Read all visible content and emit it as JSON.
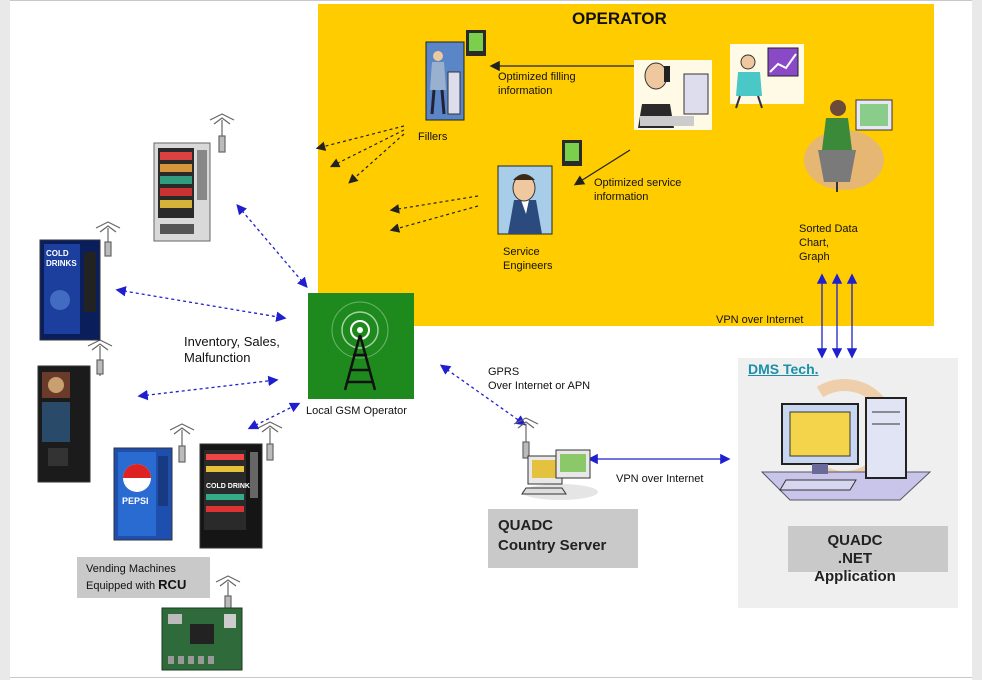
{
  "operator": {
    "title": "OPERATOR"
  },
  "labels": {
    "filling_info": "Optimized filling\ninformation",
    "fillers": "Fillers",
    "service_info": "Optimized service\ninformation",
    "service_engineers": "Service\nEngineers",
    "sorted_data": "Sorted Data\nChart,\nGraph",
    "vpn_top": "VPN over Internet",
    "inventory": "Inventory, Sales,\nMalfunction",
    "local_gsm": "Local GSM  Operator",
    "gprs": "GPRS\nOver Internet  or APN",
    "vpn_mid": "VPN over Internet",
    "dms_tech": "DMS Tech.",
    "country_server": "QUADC\nCountry Server",
    "net_app": "QUADC\n.NET Application",
    "vending_prefix": "Vending Machines\nEquipped with ",
    "vending_rcu": "RCU"
  },
  "colors": {
    "operator_bg": "#ffcc00",
    "arrow_blue": "#1f1fcf",
    "arrow_dark": "#222222",
    "dms_link": "#1a8fa8",
    "gsm_green": "#1e8a1e"
  },
  "icons": {
    "fillers": "delivery-worker-icon",
    "service": "service-engineer-icon",
    "phone": "mobile-phone-icon",
    "manager": "businessman-phone-icon",
    "analyst": "chart-analyst-icon",
    "worker": "desk-worker-icon",
    "tower": "gsm-tower-icon",
    "server": "server-computers-icon",
    "desktop": "desktop-computer-icon",
    "rcu": "circuit-board-icon"
  }
}
